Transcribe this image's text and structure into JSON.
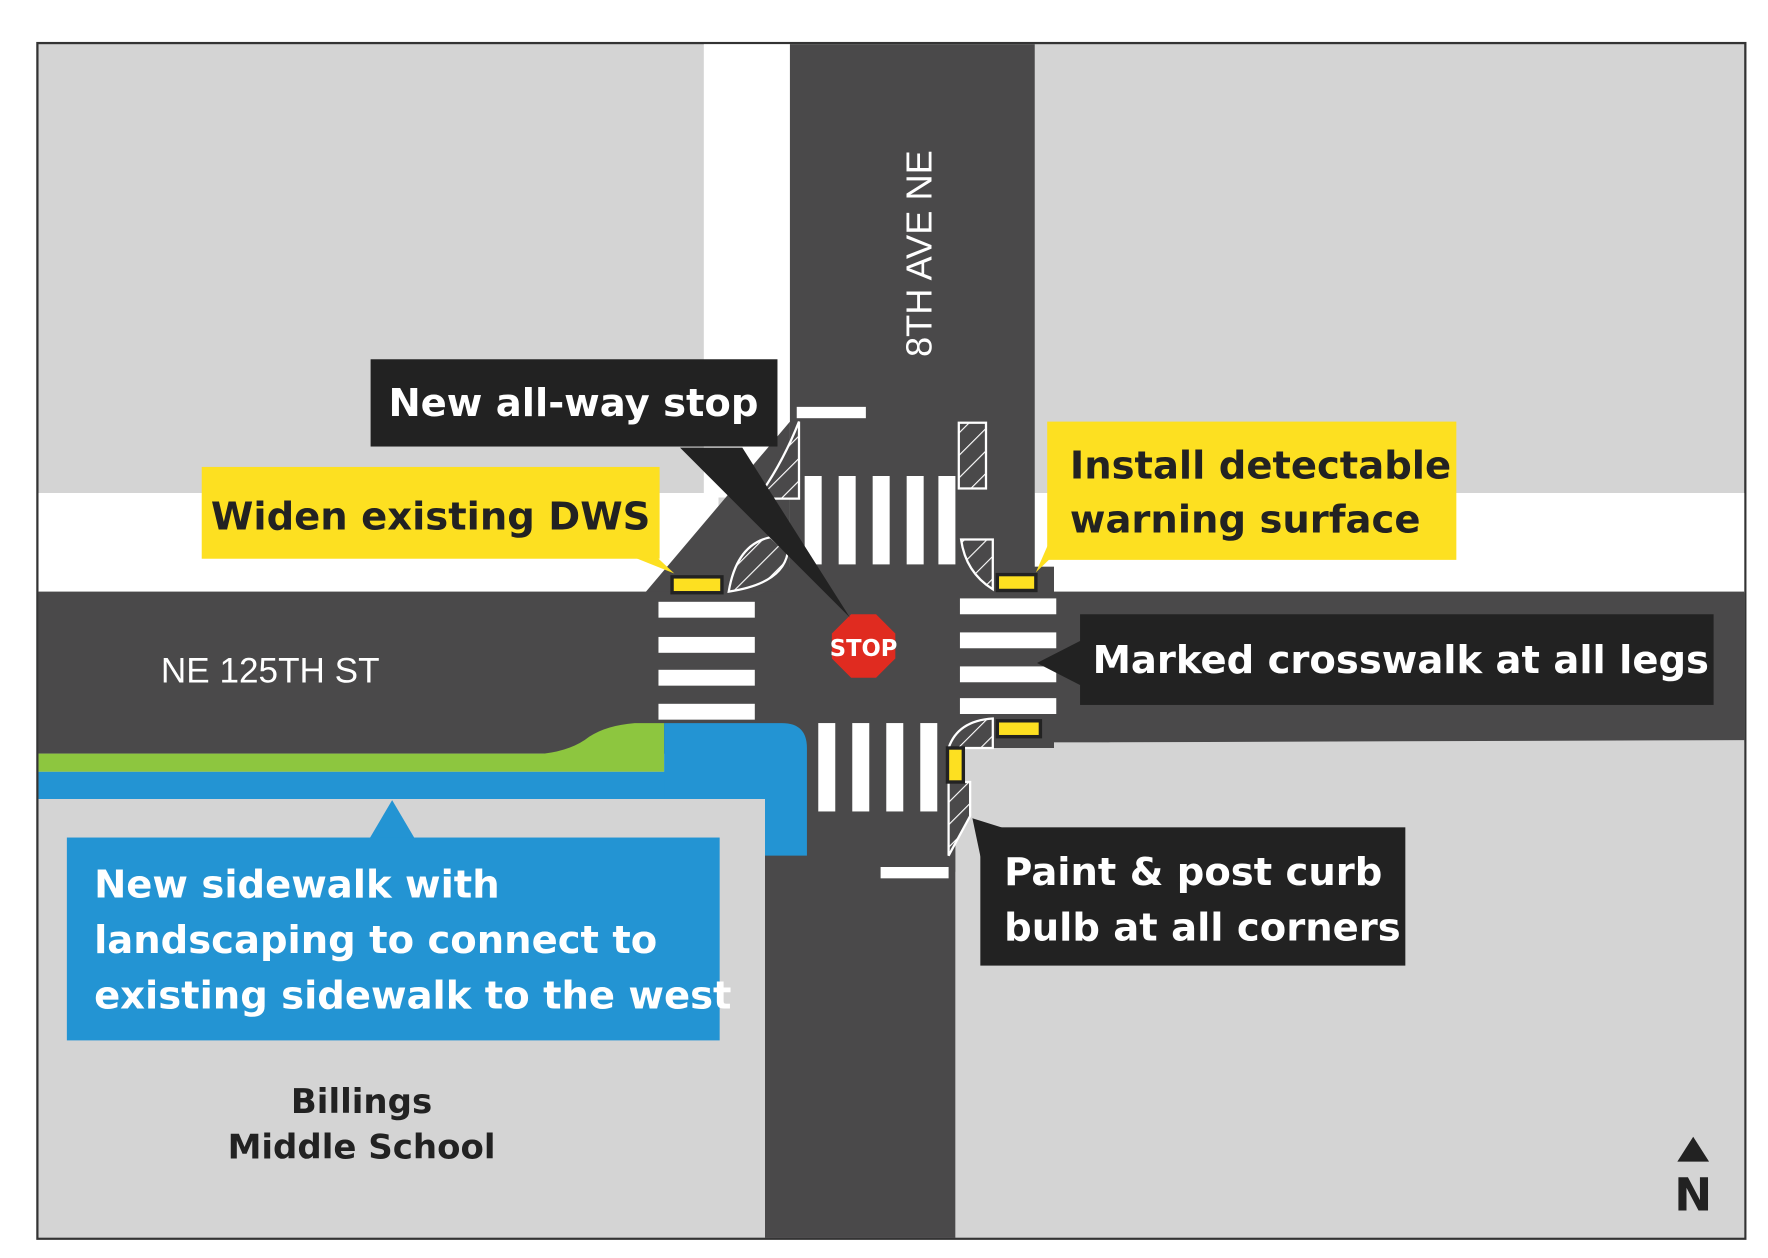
{
  "streets": {
    "north_south": "8TH AVE NE",
    "east_west": "NE 125TH ST"
  },
  "callouts": {
    "all_way_stop": "New all-way stop",
    "widen_dws": "Widen existing DWS",
    "detectable_warning": [
      "Install detectable",
      "warning surface"
    ],
    "marked_crosswalk": "Marked crosswalk at all legs",
    "curb_bulb": [
      "Paint & post curb",
      "bulb at all corners"
    ],
    "new_sidewalk": [
      "New sidewalk with",
      "landscaping to connect to",
      "existing sidewalk to the west"
    ]
  },
  "stop_sign": "STOP",
  "landmark": [
    "Billings",
    "Middle School"
  ],
  "north_arrow": "N",
  "colors": {
    "road": "#4a494a",
    "block": "#d4d4d4",
    "callout_dark": "#222222",
    "callout_yellow": "#fde021",
    "callout_blue": "#2394d3",
    "landscaping": "#8dc63f",
    "stop_red": "#e02b20"
  }
}
